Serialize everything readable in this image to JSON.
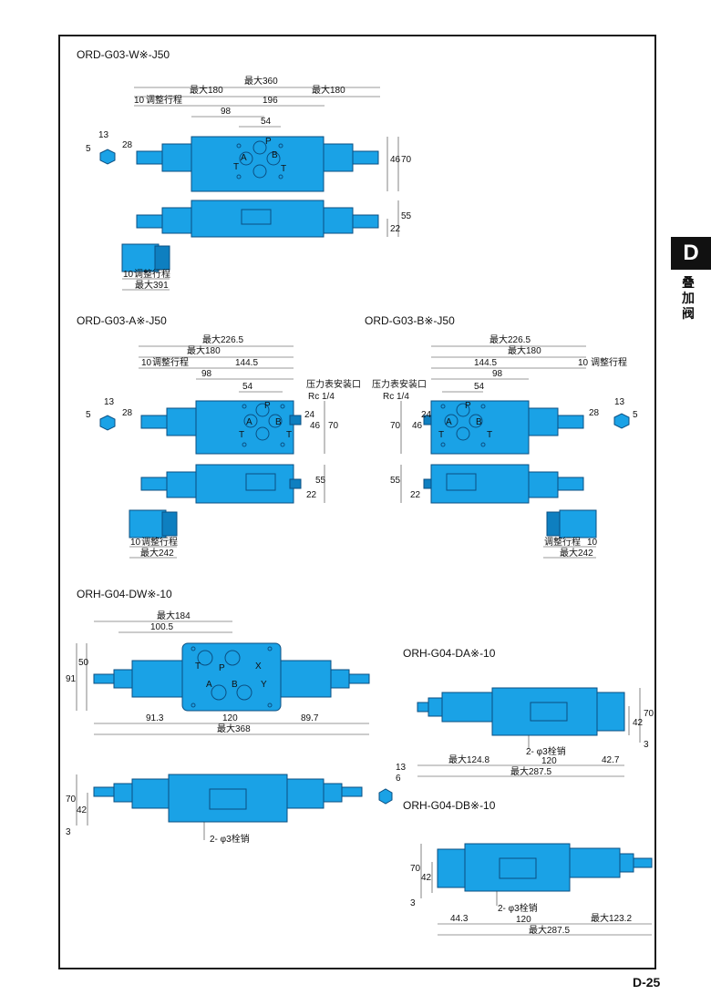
{
  "page": {
    "tab_letter": "D",
    "tab_label": "叠加阀",
    "page_number": "D-25"
  },
  "colors": {
    "valve_body": "#1aa2e6",
    "valve_outline": "#0b4f82",
    "frame": "#1a1a1a"
  },
  "ordw": {
    "title": "ORD-G03-W※-J50",
    "d_max360": "最大360",
    "d_max180_l": "最大180",
    "d_max180_r": "最大180",
    "d_196": "196",
    "d_98": "98",
    "d_54": "54",
    "d_adj": "调整行程",
    "d_10": "10",
    "d_13": "13",
    "d_5": "5",
    "d_28": "28",
    "d_46": "46",
    "d_70": "70",
    "d_22": "22",
    "d_55": "55",
    "d_adj2": "调整行程",
    "d_10b": "10",
    "d_max391": "最大391",
    "p_A": "A",
    "p_P": "P",
    "p_T1": "T",
    "p_T2": "T",
    "p_B": "B"
  },
  "orda": {
    "title": "ORD-G03-A※-J50",
    "d_max2265": "最大226.5",
    "d_max180": "最大180",
    "d_1445": "144.5",
    "d_98": "98",
    "d_54": "54",
    "d_adj": "调整行程",
    "d_10": "10",
    "d_gauge": "压力表安装口",
    "d_rc": "Rc 1/4",
    "d_13": "13",
    "d_5": "5",
    "d_28": "28",
    "d_24": "24",
    "d_46": "46",
    "d_70": "70",
    "d_22": "22",
    "d_55": "55",
    "d_adj2": "调整行程",
    "d_10b": "10",
    "d_max242": "最大242",
    "p_A": "A",
    "p_P": "P",
    "p_T1": "T",
    "p_T2": "T",
    "p_B": "B"
  },
  "ordb": {
    "title": "ORD-G03-B※-J50",
    "d_max2265": "最大226.5",
    "d_max180": "最大180",
    "d_1445": "144.5",
    "d_98": "98",
    "d_54": "54",
    "d_adj": "调整行程",
    "d_10": "10",
    "d_gauge": "压力表安装口",
    "d_rc": "Rc 1/4",
    "d_13": "13",
    "d_5": "5",
    "d_28": "28",
    "d_24": "24",
    "d_46": "46",
    "d_70": "70",
    "d_22": "22",
    "d_55": "55",
    "d_adj2": "调整行程",
    "d_10b": "10",
    "d_max242": "最大242",
    "p_A": "A",
    "p_P": "P",
    "p_T1": "T",
    "p_T2": "T",
    "p_B": "B"
  },
  "orhdw": {
    "title": "ORH-G04-DW※-10",
    "d_max184": "最大184",
    "d_1005": "100.5",
    "d_50": "50",
    "d_91": "91",
    "d_913": "91.3",
    "d_120": "120",
    "d_897": "89.7",
    "d_max368": "最大368",
    "d_70": "70",
    "d_42": "42",
    "d_3": "3",
    "d_pin": "2- φ3栓销",
    "d_13": "13",
    "d_6": "6",
    "p_T": "T",
    "p_P": "P",
    "p_X": "X",
    "p_A": "A",
    "p_B": "B",
    "p_Y": "Y"
  },
  "orhda": {
    "title": "ORH-G04-DA※-10",
    "d_70": "70",
    "d_42": "42",
    "d_3": "3",
    "d_pin": "2- φ3栓销",
    "d_max1248": "最大124.8",
    "d_120": "120",
    "d_427": "42.7",
    "d_max2875": "最大287.5"
  },
  "orhdb": {
    "title": "ORH-G04-DB※-10",
    "d_70": "70",
    "d_42": "42",
    "d_3": "3",
    "d_pin": "2- φ3栓销",
    "d_443": "44.3",
    "d_120": "120",
    "d_max1232": "最大123.2",
    "d_max2875": "最大287.5"
  }
}
